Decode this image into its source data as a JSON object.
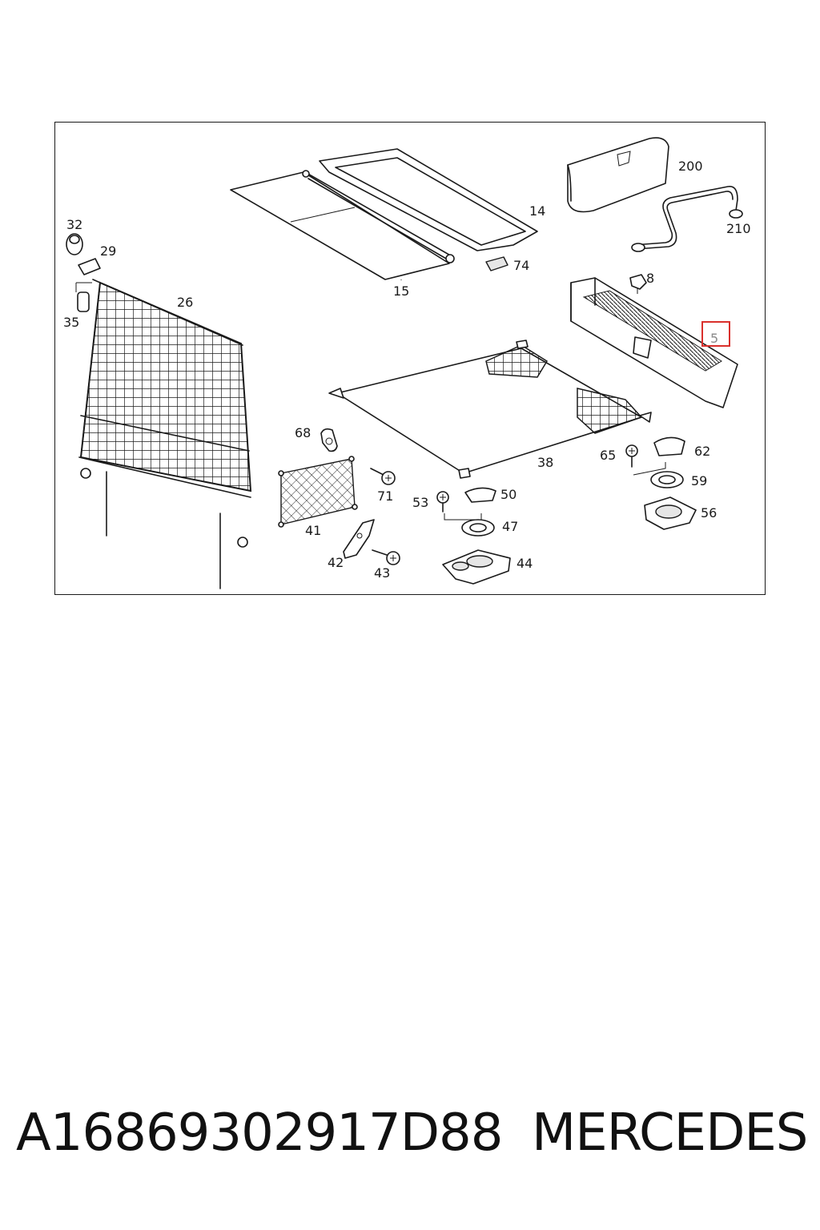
{
  "diagram": {
    "callouts": [
      "200",
      "14",
      "210",
      "32",
      "29",
      "74",
      "8",
      "15",
      "35",
      "26",
      "5",
      "68",
      "38",
      "65",
      "62",
      "71",
      "50",
      "59",
      "53",
      "41",
      "47",
      "56",
      "42",
      "43",
      "44"
    ],
    "highlighted_part": "5",
    "highlight_color": "#d9302c"
  },
  "footer": {
    "part_number": "A16869302917D88",
    "brand": "MERCEDES"
  }
}
